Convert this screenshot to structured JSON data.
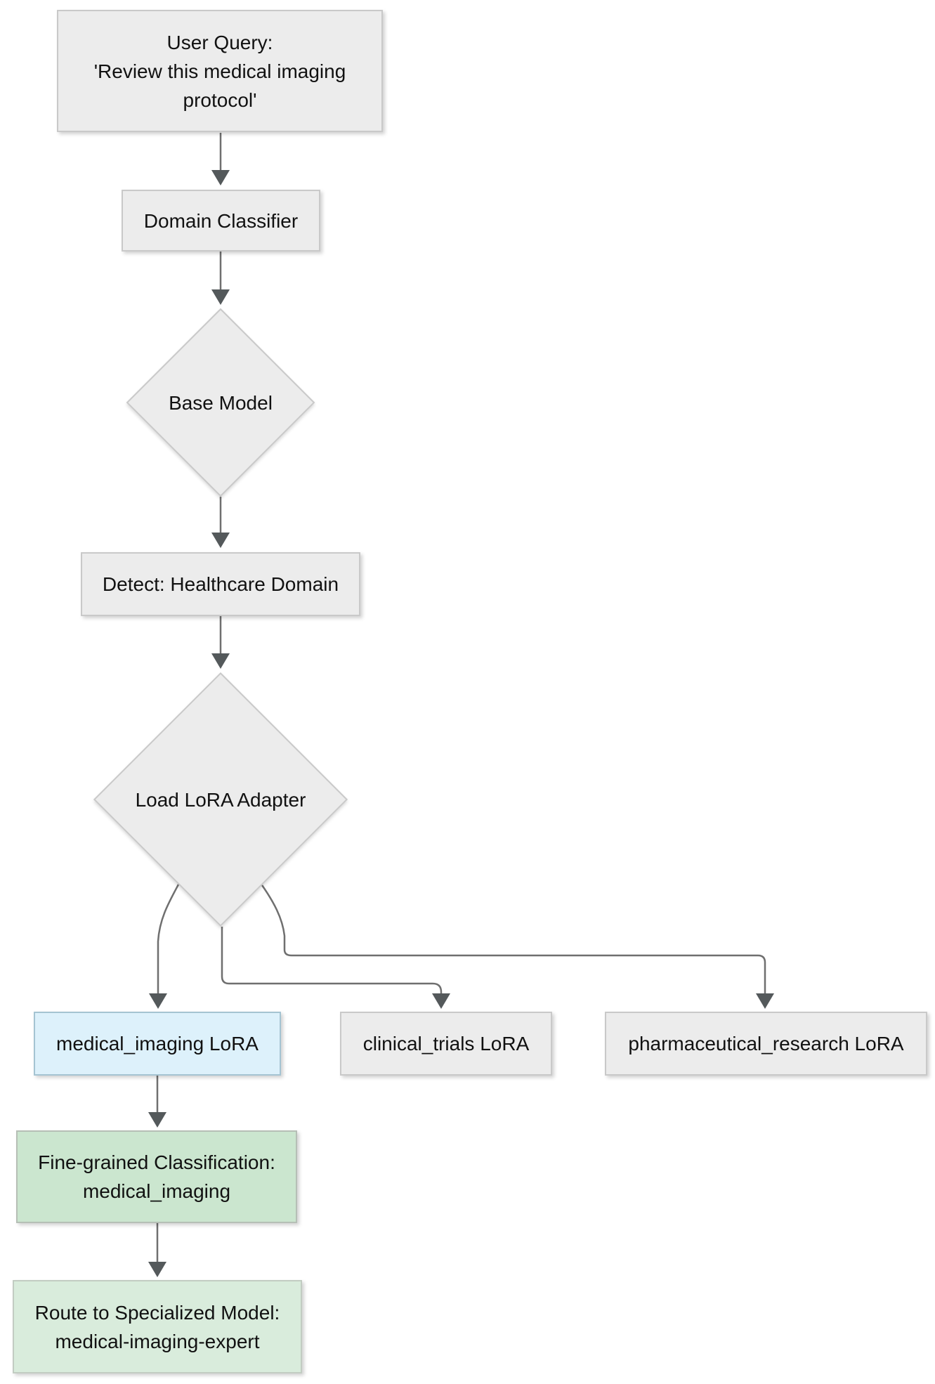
{
  "diagram": {
    "type": "flowchart",
    "direction": "top-down",
    "nodes": {
      "user_query": {
        "shape": "rect",
        "fill": "#ececec",
        "lines": [
          "User Query:",
          "'Review this medical imaging",
          "protocol'"
        ]
      },
      "domain_classifier": {
        "shape": "rect",
        "fill": "#ececec",
        "label": "Domain Classifier"
      },
      "base_model": {
        "shape": "diamond",
        "fill": "#ececec",
        "label": "Base Model"
      },
      "detect_healthcare": {
        "shape": "rect",
        "fill": "#ececec",
        "label": "Detect: Healthcare Domain"
      },
      "load_lora_adapter": {
        "shape": "diamond",
        "fill": "#ececec",
        "label": "Load LoRA Adapter"
      },
      "medical_imaging_lora": {
        "shape": "rect",
        "fill": "#ddf1fb",
        "label": "medical_imaging LoRA"
      },
      "clinical_trials_lora": {
        "shape": "rect",
        "fill": "#ececec",
        "label": "clinical_trials LoRA"
      },
      "pharmaceutical_research_lora": {
        "shape": "rect",
        "fill": "#ececec",
        "label": "pharmaceutical_research LoRA"
      },
      "fine_grained_classification": {
        "shape": "rect",
        "fill": "#cbe6cf",
        "lines": [
          "Fine-grained Classification:",
          "medical_imaging"
        ]
      },
      "route_to_specialized_model": {
        "shape": "rect",
        "fill": "#d9ecdc",
        "lines": [
          "Route to Specialized Model:",
          "medical-imaging-expert"
        ]
      }
    },
    "edges": [
      {
        "from": "user_query",
        "to": "domain_classifier"
      },
      {
        "from": "domain_classifier",
        "to": "base_model"
      },
      {
        "from": "base_model",
        "to": "detect_healthcare"
      },
      {
        "from": "detect_healthcare",
        "to": "load_lora_adapter"
      },
      {
        "from": "load_lora_adapter",
        "to": "medical_imaging_lora"
      },
      {
        "from": "load_lora_adapter",
        "to": "clinical_trials_lora"
      },
      {
        "from": "load_lora_adapter",
        "to": "pharmaceutical_research_lora"
      },
      {
        "from": "medical_imaging_lora",
        "to": "fine_grained_classification"
      },
      {
        "from": "fine_grained_classification",
        "to": "route_to_specialized_model"
      }
    ],
    "colors": {
      "background": "#ffffff",
      "node_fill_gray": "#ececec",
      "node_border_gray": "#c9c9c9",
      "node_fill_blue": "#ddf1fb",
      "node_border_blue": "#a5c4d2",
      "node_fill_green": "#cbe6cf",
      "node_fill_green_light": "#d9ecdc",
      "node_border_green": "#b6bfb6",
      "edge_line": "#6f6f6f",
      "arrowhead": "#54595b",
      "text": "#111111"
    }
  }
}
